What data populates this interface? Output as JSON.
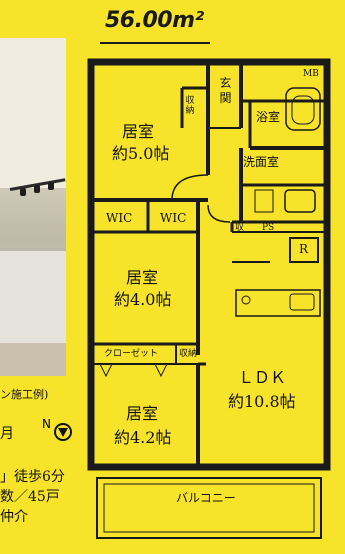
{
  "area": "56.00m²",
  "rooms": {
    "bedroom_top": {
      "name": "居室",
      "size": "約5.0帖"
    },
    "bedroom_mid": {
      "name": "居室",
      "size": "約4.0帖"
    },
    "bedroom_bottom": {
      "name": "居室",
      "size": "約4.2帖"
    },
    "ldk": {
      "name": "ＬＤＫ",
      "size": "約10.8帖"
    },
    "entrance": "玄関",
    "bath": "浴室",
    "washroom": "洗面室",
    "wic_left": "WIC",
    "wic_right": "WIC",
    "closet": "クローゼット",
    "storage_top": "収納",
    "storage_bottom": "収納",
    "storage_small": "収",
    "ps": "PS",
    "mb": "MB",
    "r": "R",
    "balcony": "バルコニー"
  },
  "compass": "N",
  "left_texts": {
    "caption": "ン施工例)",
    "line1": "月",
    "line2": "」徒歩6分",
    "line3": "数／45戸",
    "line4": "仲介"
  }
}
